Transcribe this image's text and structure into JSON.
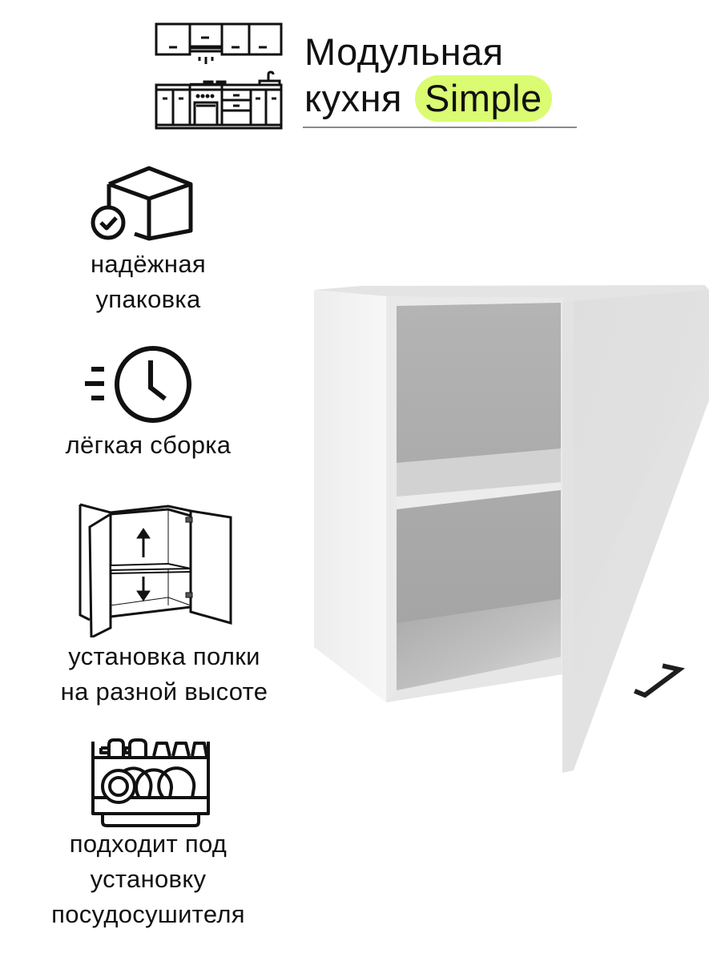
{
  "brand": {
    "title_line1": "Модульная",
    "title_line2": "кухня",
    "highlight": "Simple",
    "highlight_color": "#dafb72",
    "logo_icon": "kitchen-set-icon"
  },
  "features": [
    {
      "icon": "box-check-icon",
      "lines": [
        "надёжная",
        "упаковка"
      ]
    },
    {
      "icon": "fast-clock-icon",
      "lines": [
        "лёгкая сборка"
      ]
    },
    {
      "icon": "adjustable-shelf-cabinet-icon",
      "lines": [
        "установка полки",
        "на разной высоте"
      ]
    },
    {
      "icon": "dish-rack-icon",
      "lines": [
        "подходит под",
        "установку",
        "посудосушителя"
      ]
    }
  ],
  "product": {
    "image": "white-wall-cabinet-open-door",
    "body_color": "#e8e8e8",
    "interior_color": "#b0b0b0",
    "handle_color": "#1e1e1e"
  }
}
